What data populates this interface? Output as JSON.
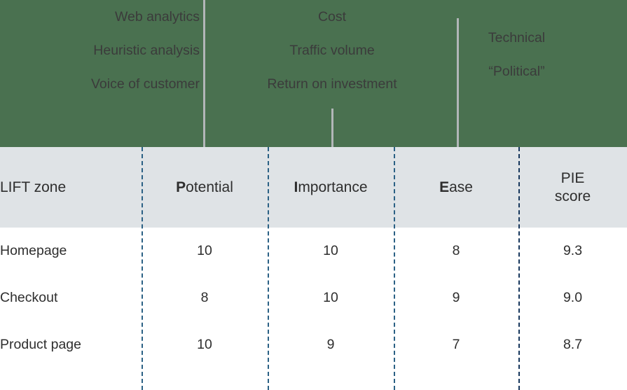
{
  "annotations": {
    "potential": {
      "lines": [
        "Web analytics",
        "Heuristic analysis",
        "Voice of customer"
      ]
    },
    "importance": {
      "lines": [
        "Cost",
        "Traffic volume",
        "Return on investment"
      ]
    },
    "ease": {
      "lines": [
        "Technical",
        "“Political”"
      ]
    }
  },
  "colors": {
    "band_green": "#4a7150",
    "header_gray": "#dfe3e6",
    "divider_blue": "#2a6084",
    "divider_navy": "#16365c",
    "stem_gray": "#b2b6b8",
    "text_dark": "#2e2e2e",
    "annotation_text": "#3b3b3b"
  },
  "table": {
    "columns": [
      {
        "key": "zone",
        "label": "LIFT zone",
        "initial": "",
        "rest": ""
      },
      {
        "key": "potential",
        "label": "Potential",
        "initial": "P",
        "rest": "otential"
      },
      {
        "key": "importance",
        "label": "Importance",
        "initial": "I",
        "rest": "mportance"
      },
      {
        "key": "ease",
        "label": "Ease",
        "initial": "E",
        "rest": "ase"
      },
      {
        "key": "pie",
        "label": "PIE score",
        "line1": "PIE",
        "line2": "score"
      }
    ],
    "rows": [
      {
        "zone": "Homepage",
        "potential": "10",
        "importance": "10",
        "ease": "8",
        "pie": "9.3"
      },
      {
        "zone": "Checkout",
        "potential": "8",
        "importance": "10",
        "ease": "9",
        "pie": "9.0"
      },
      {
        "zone": "Product page",
        "potential": "10",
        "importance": "9",
        "ease": "7",
        "pie": "8.7"
      }
    ]
  }
}
